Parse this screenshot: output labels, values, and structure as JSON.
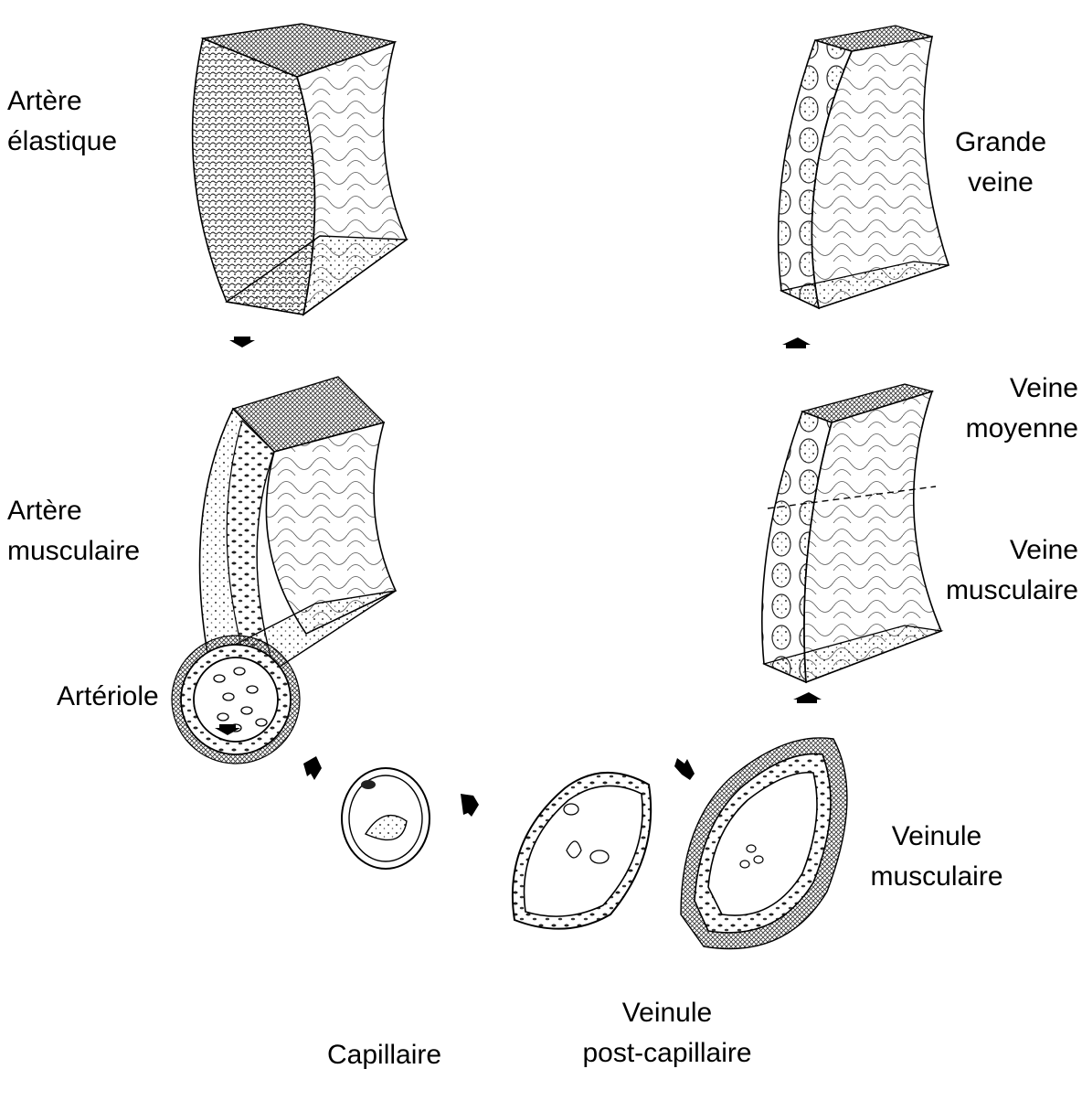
{
  "labels": {
    "elastic_artery": [
      "Artère",
      "élastique"
    ],
    "muscular_artery": [
      "Artère",
      "musculaire"
    ],
    "arteriole": "Artériole",
    "capillary": "Capillaire",
    "postcap_venule": [
      "Veinule",
      "post-capillaire"
    ],
    "muscular_venule": [
      "Veinule",
      "musculaire"
    ],
    "muscular_vein": [
      "Veine",
      "musculaire"
    ],
    "medium_vein": [
      "Veine",
      "moyenne"
    ],
    "large_vein": [
      "Grande",
      "veine"
    ]
  },
  "icons": [
    "arrow-icon",
    "vessel-illustration"
  ],
  "colors": {
    "ink": "#000000",
    "background": "#ffffff"
  }
}
